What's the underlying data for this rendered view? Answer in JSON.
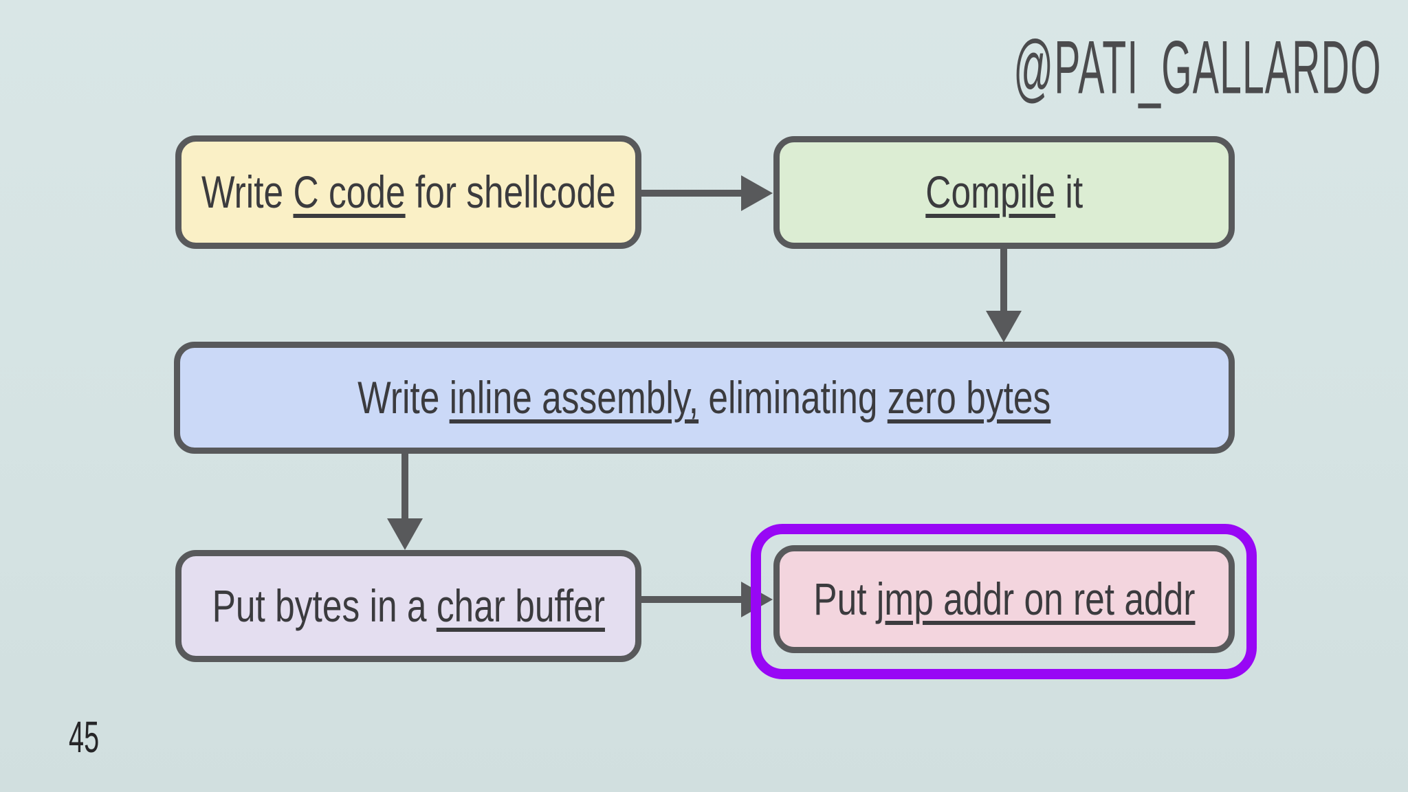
{
  "slide": {
    "watermark": "@PATI_GALLARDO",
    "page_number": "45"
  },
  "colors": {
    "background": "#d5e2e2",
    "node_border": "#58595b",
    "arrow": "#58595b",
    "text": "#3b3b3e",
    "highlight": "#9807f5"
  },
  "flowchart": {
    "nodes": [
      {
        "id": "write-c-code",
        "fill": "#faf0c6",
        "segments": [
          {
            "text": "Write ",
            "underline": false
          },
          {
            "text": "C code",
            "underline": true
          },
          {
            "text": " for shellcode",
            "underline": false
          }
        ]
      },
      {
        "id": "compile-it",
        "fill": "#dcedd3",
        "segments": [
          {
            "text": "Compile",
            "underline": true
          },
          {
            "text": " it",
            "underline": false
          }
        ]
      },
      {
        "id": "inline-assembly",
        "fill": "#cbd9f7",
        "segments": [
          {
            "text": "Write ",
            "underline": false
          },
          {
            "text": "inline assembly,",
            "underline": true
          },
          {
            "text": " eliminating ",
            "underline": false
          },
          {
            "text": "zero bytes",
            "underline": true
          }
        ]
      },
      {
        "id": "char-buffer",
        "fill": "#e4def0",
        "segments": [
          {
            "text": "Put bytes in a ",
            "underline": false
          },
          {
            "text": "char buffer",
            "underline": true
          }
        ]
      },
      {
        "id": "jmp-addr",
        "fill": "#f3d5de",
        "highlighted": true,
        "segments": [
          {
            "text": "Put ",
            "underline": false
          },
          {
            "text": "jmp addr on ret addr",
            "underline": true
          }
        ]
      }
    ],
    "edges": [
      {
        "from": "write-c-code",
        "to": "compile-it"
      },
      {
        "from": "compile-it",
        "to": "inline-assembly"
      },
      {
        "from": "inline-assembly",
        "to": "char-buffer"
      },
      {
        "from": "char-buffer",
        "to": "jmp-addr"
      }
    ]
  }
}
